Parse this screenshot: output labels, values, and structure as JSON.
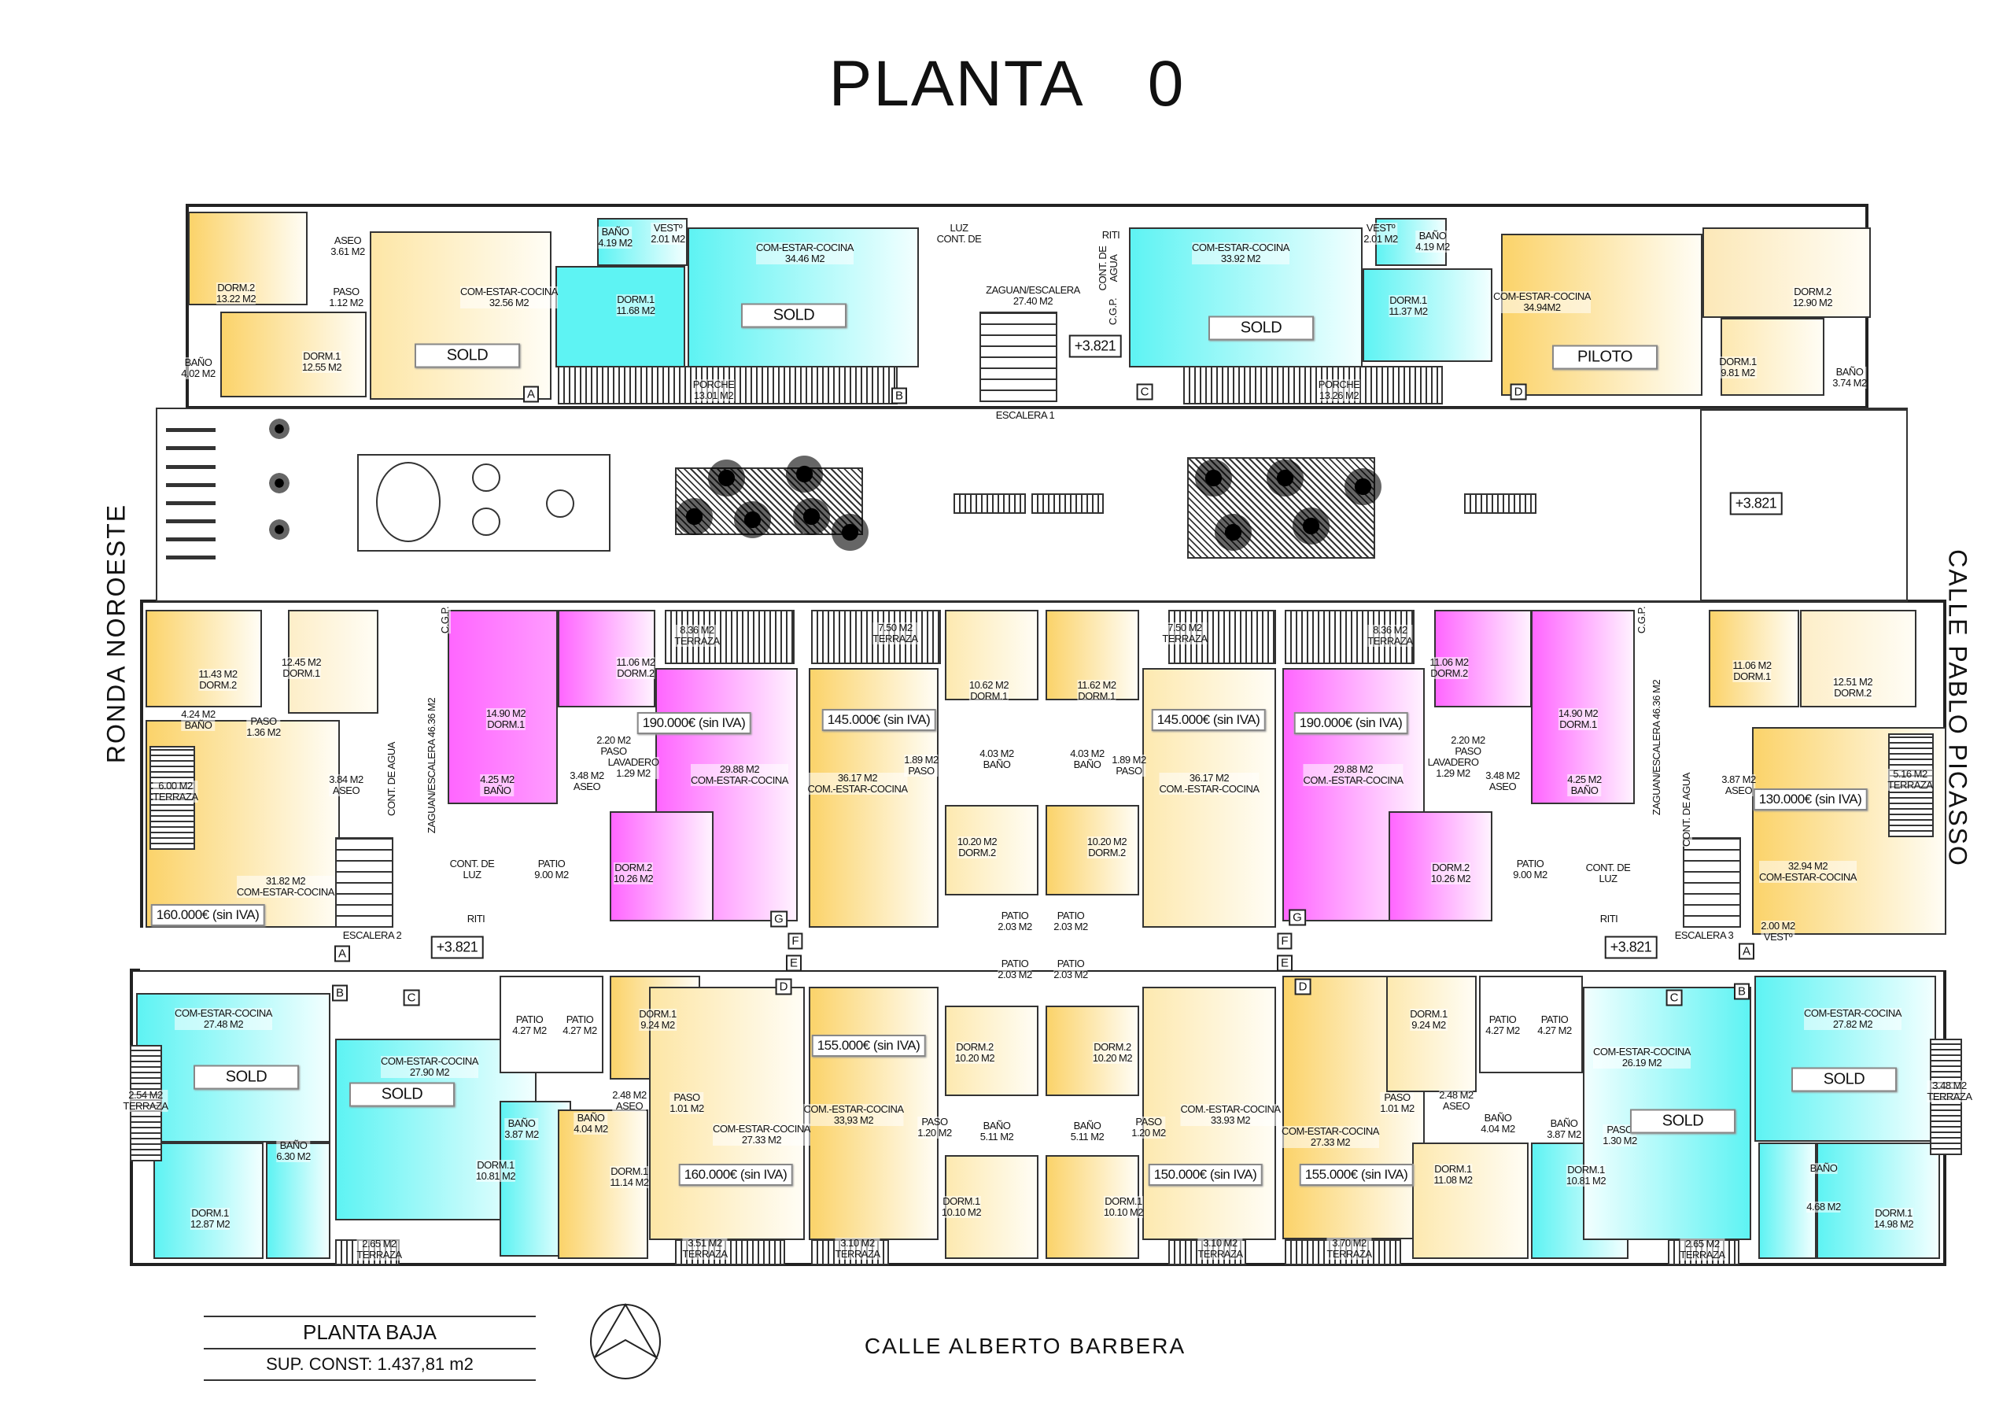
{
  "title": "PLANTA    0",
  "streets": {
    "west": "RONDA NOROESTE",
    "east": "CALLE PABLO PICASSO",
    "south": "CALLE ALBERTO BARBERA"
  },
  "footer": {
    "plan_name": "PLANTA BAJA",
    "surface": "SUP. CONST: 1.437,81 m2"
  },
  "colors": {
    "yellow": "#fbd36a",
    "cyan": "#5ef3f3",
    "magenta": "#ff66ff",
    "wall": "#222222"
  },
  "courtyard": {
    "level": "+3.821"
  },
  "units": [
    {
      "id": "A",
      "status": "SOLD",
      "door": "A",
      "rooms": [
        {
          "name": "DORM.2",
          "area": "13.22 M2"
        },
        {
          "name": "ASEO",
          "area": "3.61 M2"
        },
        {
          "name": "PASO",
          "area": "1.12 M2"
        },
        {
          "name": "COM-ESTAR-COCINA",
          "area": "32.56 M2"
        },
        {
          "name": "DORM.1",
          "area": "12.55 M2"
        },
        {
          "name": "BAÑO",
          "area": "4.02 M2"
        }
      ]
    },
    {
      "id": "B",
      "status": "SOLD",
      "door": "B",
      "rooms": [
        {
          "name": "BAÑO",
          "area": "4.19 M2"
        },
        {
          "name": "VESTº",
          "area": "2.01 M2"
        },
        {
          "name": "COM-ESTAR-COCINA",
          "area": "34.46 M2"
        },
        {
          "name": "DORM.1",
          "area": "11.68 M2"
        },
        {
          "name": "PORCHE",
          "area": "13.01 M2"
        }
      ]
    },
    {
      "id": "S1",
      "status": "+3.821",
      "door": "",
      "rooms": [
        {
          "name": "LUZ",
          "area": "CONT. DE"
        },
        {
          "name": "ZAGUAN/ESCALERA",
          "area": "27.40 M2"
        },
        {
          "name": "ESCALERA 1",
          "area": ""
        },
        {
          "name": "RITI",
          "area": ""
        },
        {
          "name": "CONT. DE AGUA",
          "area": ""
        },
        {
          "name": "C.G.P.",
          "area": ""
        }
      ]
    },
    {
      "id": "C",
      "status": "SOLD",
      "door": "C",
      "rooms": [
        {
          "name": "COM-ESTAR-COCINA",
          "area": "33.92 M2"
        },
        {
          "name": "VESTº",
          "area": "2.01 M2"
        },
        {
          "name": "BAÑO",
          "area": "4.19 M2"
        },
        {
          "name": "DORM.1",
          "area": "11.37 M2"
        },
        {
          "name": "PORCHE",
          "area": "13.26 M2"
        }
      ]
    },
    {
      "id": "D",
      "status": "PILOTO",
      "door": "D",
      "rooms": [
        {
          "name": "COM-ESTAR-COCINA",
          "area": "34.94M2"
        },
        {
          "name": "DORM.2",
          "area": "12.90 M2"
        },
        {
          "name": "DORM.1",
          "area": "9.81 M2"
        },
        {
          "name": "BAÑO",
          "area": "3.74 M2"
        }
      ]
    },
    {
      "id": "M1",
      "status": "160.000€ (sin IVA)",
      "door": "A",
      "rooms": [
        {
          "name": "11.43 M2",
          "area": "DORM.2"
        },
        {
          "name": "12.45 M2",
          "area": "DORM.1"
        },
        {
          "name": "4.24 M2",
          "area": "BAÑO"
        },
        {
          "name": "PASO",
          "area": "1.36 M2"
        },
        {
          "name": "6.00 M2",
          "area": "TERRAZA"
        },
        {
          "name": "3.84 M2",
          "area": "ASEO"
        },
        {
          "name": "CONT. DE AGUA",
          "area": ""
        },
        {
          "name": "31.82 M2",
          "area": "COM-ESTAR-COCINA"
        }
      ]
    },
    {
      "id": "S2",
      "status": "+3.821",
      "door": "",
      "rooms": [
        {
          "name": "ZAGUAN/ESCALERA 46.36 M2",
          "area": ""
        },
        {
          "name": "ESCALERA 2",
          "area": ""
        },
        {
          "name": "C.G.P.",
          "area": ""
        }
      ]
    },
    {
      "id": "M2",
      "status": "190.000€ (sin IVA)",
      "door": "G",
      "rooms": [
        {
          "name": "14.90 M2",
          "area": "DORM.1"
        },
        {
          "name": "11.06 M2",
          "area": "DORM.2"
        },
        {
          "name": "8.36 M2",
          "area": "TERRAZA"
        },
        {
          "name": "2.20 M2",
          "area": "PASO"
        },
        {
          "name": "29.88 M2",
          "area": "COM-ESTAR-COCINA"
        },
        {
          "name": "4.25 M2",
          "area": "BAÑO"
        },
        {
          "name": "3.48 M2",
          "area": "ASEO"
        },
        {
          "name": "LAVADERO",
          "area": "1.29 M2"
        },
        {
          "name": "CONT. DE",
          "area": "LUZ"
        },
        {
          "name": "PATIO",
          "area": "9.00 M2"
        },
        {
          "name": "DORM.2",
          "area": "10.26 M2"
        },
        {
          "name": "RITI",
          "area": ""
        },
        {
          "name": "F",
          "area": ""
        }
      ]
    },
    {
      "id": "M3",
      "status": "145.000€ (sin IVA)",
      "door": "",
      "rooms": [
        {
          "name": "7.50 M2",
          "area": "TERRAZA"
        },
        {
          "name": "10.62 M2",
          "area": "DORM.1"
        },
        {
          "name": "1.89 M2",
          "area": "PASO"
        },
        {
          "name": "4.03 M2",
          "area": "BAÑO"
        },
        {
          "name": "36.17 M2",
          "area": "COM.-ESTAR-COCINA"
        },
        {
          "name": "10.20 M2",
          "area": "DORM.2"
        }
      ]
    },
    {
      "id": "P1",
      "status": "",
      "door": "",
      "rooms": [
        {
          "name": "PATIO",
          "area": "2.03 M2"
        },
        {
          "name": "PATIO",
          "area": "2.03 M2"
        },
        {
          "name": "PATIO",
          "area": "2.03 M2"
        },
        {
          "name": "PATIO",
          "area": "2.03 M2"
        }
      ]
    },
    {
      "id": "M4",
      "status": "145.000€ (sin IVA)",
      "door": "",
      "rooms": [
        {
          "name": "7.50 M2",
          "area": "TERRAZA"
        },
        {
          "name": "11.62 M2",
          "area": "DORM.1"
        },
        {
          "name": "4.03 M2",
          "area": "BAÑO"
        },
        {
          "name": "1.89 M2",
          "area": "PASO"
        },
        {
          "name": "36.17 M2",
          "area": "COM.-ESTAR-COCINA"
        },
        {
          "name": "10.20 M2",
          "area": "DORM.2"
        }
      ]
    },
    {
      "id": "M5",
      "status": "190.000€ (sin IVA)",
      "door": "G",
      "rooms": [
        {
          "name": "8.36 M2",
          "area": "TERRAZA"
        },
        {
          "name": "11.06 M2",
          "area": "DORM.2"
        },
        {
          "name": "2.20 M2",
          "area": "PASO"
        },
        {
          "name": "29.88 M2",
          "area": "COM.-ESTAR-COCINA"
        },
        {
          "name": "LAVADERO",
          "area": "1.29 M2"
        },
        {
          "name": "3.48 M2",
          "area": "ASEO"
        },
        {
          "name": "4.25 M2",
          "area": "BAÑO"
        },
        {
          "name": "14.90 M2",
          "area": "DORM.1"
        },
        {
          "name": "DORM.2",
          "area": "10.26 M2"
        },
        {
          "name": "PATIO",
          "area": "9.00 M2"
        },
        {
          "name": "CONT. DE",
          "area": "LUZ"
        },
        {
          "name": "RITI",
          "area": ""
        },
        {
          "name": "F",
          "area": ""
        }
      ]
    },
    {
      "id": "S3",
      "status": "+3.821",
      "door": "",
      "rooms": [
        {
          "name": "ZAGUAN/ESCALERA 46.36 M2",
          "area": ""
        },
        {
          "name": "C.G.P.",
          "area": ""
        },
        {
          "name": "CONT. DE AGUA",
          "area": ""
        },
        {
          "name": "ESCALERA 3",
          "area": ""
        }
      ]
    },
    {
      "id": "M6",
      "status": "130.000€ (sin IVA)",
      "door": "A",
      "rooms": [
        {
          "name": "11.06 M2",
          "area": "DORM.1"
        },
        {
          "name": "12.51 M2",
          "area": "DORM.2"
        },
        {
          "name": "3.87 M2",
          "area": "ASEO"
        },
        {
          "name": "5.16 M2",
          "area": "TERRAZA"
        },
        {
          "name": "32.94 M2",
          "area": "COM-ESTAR-COCINA"
        },
        {
          "name": "2.00 M2",
          "area": "VESTº"
        }
      ]
    },
    {
      "id": "B1",
      "status": "SOLD",
      "door": "B",
      "rooms": [
        {
          "name": "COM-ESTAR-COCINA",
          "area": "27.48 M2"
        },
        {
          "name": "2.54 M2",
          "area": "TERRAZA"
        },
        {
          "name": "BAÑO",
          "area": "6.30 M2"
        },
        {
          "name": "DORM.1",
          "area": "12.87 M2"
        }
      ]
    },
    {
      "id": "B2",
      "status": "SOLD",
      "door": "C",
      "rooms": [
        {
          "name": "COM-ESTAR-COCINA",
          "area": "27.90 M2"
        },
        {
          "name": "BAÑO",
          "area": "3.87 M2"
        },
        {
          "name": "DORM.1",
          "area": "10.81 M2"
        },
        {
          "name": "2.65 M2",
          "area": "TERRAZA"
        }
      ]
    },
    {
      "id": "P2",
      "status": "",
      "door": "",
      "rooms": [
        {
          "name": "PATIO",
          "area": "4.27 M2"
        },
        {
          "name": "PATIO",
          "area": "4.27 M2"
        }
      ]
    },
    {
      "id": "B3",
      "status": "160.000€ (sin IVA)",
      "door": "D",
      "rooms": [
        {
          "name": "DORM.1",
          "area": "9.24 M2"
        },
        {
          "name": "PASO",
          "area": "1.01 M2"
        },
        {
          "name": "2.48 M2",
          "area": "ASEO"
        },
        {
          "name": "BAÑO",
          "area": "4.04 M2"
        },
        {
          "name": "DORM.1",
          "area": "11.14 M2"
        },
        {
          "name": "COM-ESTAR-COCINA",
          "area": "27.33 M2"
        },
        {
          "name": "3.51 M2",
          "area": "TERRAZA"
        },
        {
          "name": "E",
          "area": ""
        }
      ]
    },
    {
      "id": "B4",
      "status": "155.000€ (sin IVA)",
      "door": "",
      "rooms": [
        {
          "name": "DORM.2",
          "area": "10.20 M2"
        },
        {
          "name": "COM.-ESTAR-COCINA",
          "area": "33,93 M2"
        },
        {
          "name": "PASO",
          "area": "1.20 M2"
        },
        {
          "name": "BAÑO",
          "area": "5.11 M2"
        },
        {
          "name": "DORM.1",
          "area": "10.10 M2"
        },
        {
          "name": "3.10 M2",
          "area": "TERRAZA"
        }
      ]
    },
    {
      "id": "B5",
      "status": "150.000€ (sin IVA)",
      "door": "",
      "rooms": [
        {
          "name": "DORM.2",
          "area": "10.20 M2"
        },
        {
          "name": "PASO",
          "area": "1.20 M2"
        },
        {
          "name": "BAÑO",
          "area": "5.11 M2"
        },
        {
          "name": "COM.-ESTAR-COCINA",
          "area": "33.93 M2"
        },
        {
          "name": "DORM.1",
          "area": "10.10 M2"
        },
        {
          "name": "3.10 M2",
          "area": "TERRAZA"
        }
      ]
    },
    {
      "id": "B6",
      "status": "155.000€ (sin IVA)",
      "door": "D",
      "rooms": [
        {
          "name": "DORM.1",
          "area": "9.24 M2"
        },
        {
          "name": "PASO",
          "area": "1.01 M2"
        },
        {
          "name": "2.48 M2",
          "area": "ASEO"
        },
        {
          "name": "BAÑO",
          "area": "4.04 M2"
        },
        {
          "name": "COM-ESTAR-COCINA",
          "area": "27.33 M2"
        },
        {
          "name": "DORM.1",
          "area": "11.08 M2"
        },
        {
          "name": "3.70 M2",
          "area": "TERRAZA"
        },
        {
          "name": "E",
          "area": ""
        }
      ]
    },
    {
      "id": "P3",
      "status": "",
      "door": "",
      "rooms": [
        {
          "name": "PATIO",
          "area": "4.27 M2"
        },
        {
          "name": "PATIO",
          "area": "4.27 M2"
        }
      ]
    },
    {
      "id": "B7",
      "status": "SOLD",
      "door": "C",
      "rooms": [
        {
          "name": "COM-ESTAR-COCINA",
          "area": "26.19 M2"
        },
        {
          "name": "BAÑO",
          "area": "3.87 M2"
        },
        {
          "name": "PASO",
          "area": "1.30 M2"
        },
        {
          "name": "DORM.1",
          "area": "10.81 M2"
        },
        {
          "name": "2.65 M2",
          "area": "TERRAZA"
        }
      ]
    },
    {
      "id": "B8",
      "status": "SOLD",
      "door": "B",
      "rooms": [
        {
          "name": "COM-ESTAR-COCINA",
          "area": "27.82 M2"
        },
        {
          "name": "3.48 M2",
          "area": "TERRAZA"
        },
        {
          "name": "BAÑO",
          "area": ""
        },
        {
          "name": "4.68 M2",
          "area": ""
        },
        {
          "name": "DORM.1",
          "area": "14.98 M2"
        }
      ]
    }
  ]
}
